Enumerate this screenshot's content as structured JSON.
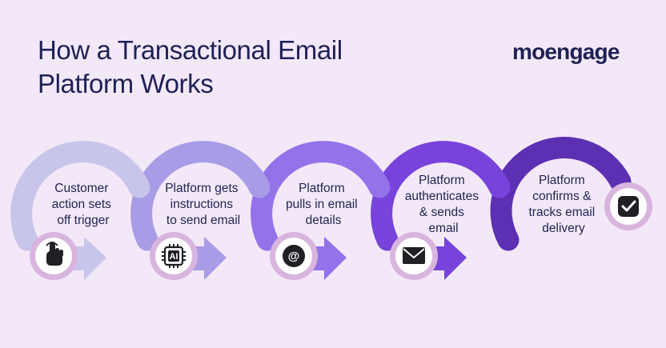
{
  "header": {
    "title_line1": "How a Transactional Email",
    "title_line2": "Platform Works",
    "logo": "moengage"
  },
  "steps": [
    {
      "lines": [
        "Customer",
        "action sets",
        "off trigger"
      ],
      "icon": "hand-pointer-icon",
      "color": "#c8c5ea"
    },
    {
      "lines": [
        "Platform gets",
        "instructions",
        "to send email"
      ],
      "icon": "ai-chip-icon",
      "icon_label": "AI",
      "color": "#a99ce6"
    },
    {
      "lines": [
        "Platform",
        "pulls in email",
        "details"
      ],
      "icon": "at-sign-icon",
      "icon_label": "@",
      "color": "#9372ea"
    },
    {
      "lines": [
        "Platform",
        "authenticates",
        "& sends",
        "email"
      ],
      "icon": "envelope-icon",
      "color": "#7743da"
    },
    {
      "lines": [
        "Platform",
        "confirms &",
        "tracks email",
        "delivery"
      ],
      "icon": "checkmark-icon",
      "color": "#5d2fb2"
    }
  ],
  "colors": {
    "background": "#f3e8f8",
    "title": "#1e2156",
    "icon_ring": "#d8b5de",
    "icon_fill": "#1f1f24"
  }
}
